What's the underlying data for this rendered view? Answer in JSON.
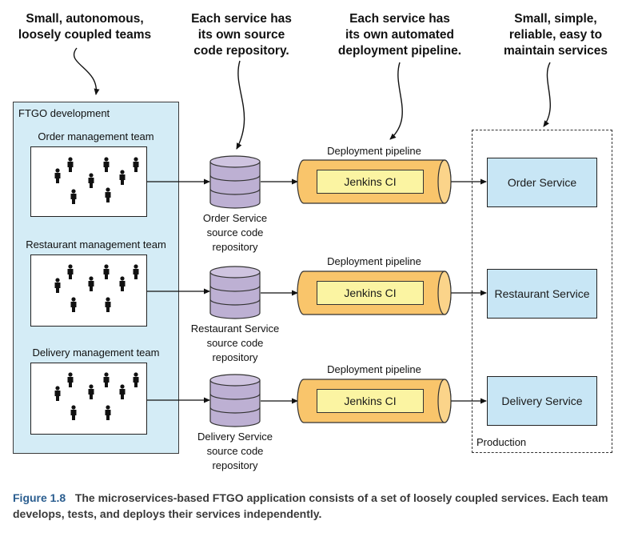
{
  "headings": {
    "teams": [
      "Small, autonomous,",
      "loosely coupled teams"
    ],
    "repos": [
      "Each service has",
      "its own source",
      "code repository."
    ],
    "pipelines": [
      "Each service has",
      "its own automated",
      "deployment pipeline."
    ],
    "services": [
      "Small, simple,",
      "reliable, easy to",
      "maintain services"
    ]
  },
  "panel_title": "FTGO development",
  "teams": [
    {
      "label": "Order management team"
    },
    {
      "label": "Restaurant management team"
    },
    {
      "label": "Delivery management team"
    }
  ],
  "repositories": [
    {
      "line1": "Order Service",
      "line2": "source code",
      "line3": "repository"
    },
    {
      "line1": "Restaurant Service",
      "line2": "source code",
      "line3": "repository"
    },
    {
      "line1": "Delivery Service",
      "line2": "source code",
      "line3": "repository"
    }
  ],
  "pipelines": [
    {
      "label": "Deployment pipeline",
      "ci": "Jenkins CI"
    },
    {
      "label": "Deployment pipeline",
      "ci": "Jenkins CI"
    },
    {
      "label": "Deployment pipeline",
      "ci": "Jenkins CI"
    }
  ],
  "services": [
    {
      "label": "Order Service"
    },
    {
      "label": "Restaurant Service"
    },
    {
      "label": "Delivery Service"
    }
  ],
  "production_label": "Production",
  "caption": {
    "figure": "Figure 1.8",
    "text": "The microservices-based FTGO application consists of a set of loosely coupled services. Each team develops, tests, and deploys their services independently."
  },
  "colors": {
    "panel": "#d4ecf6",
    "service": "#c8e6f5",
    "repo": "#bdb0d3",
    "pipeline": "#f9c56b",
    "jenkins": "#fbf4a2"
  }
}
